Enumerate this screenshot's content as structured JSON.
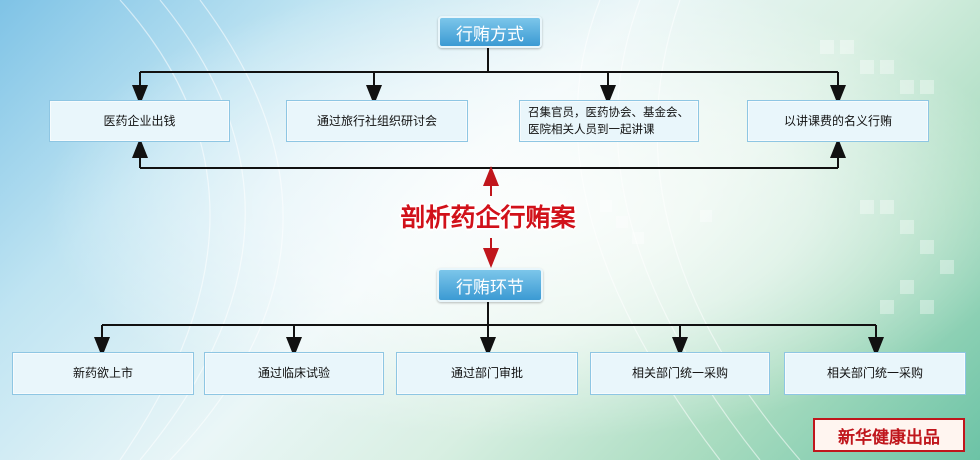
{
  "top_header": "行贿方式",
  "top_boxes": [
    "医药企业出钱",
    "通过旅行社组织研讨会",
    "召集官员，医药协会、基金会、医院相关人员到一起讲课",
    "以讲课费的名义行贿"
  ],
  "center_title": "剖析药企行贿案",
  "bottom_header": "行贿环节",
  "bottom_boxes": [
    "新药欲上市",
    "通过临床试验",
    "通过部门审批",
    "相关部门统一采购",
    "相关部门统一采购"
  ],
  "stamp": "新华健康出品",
  "colors": {
    "header_fill": "#3b9ad3",
    "box_fill": "#e9f6fb",
    "box_border": "#8ec6e3",
    "title_red": "#d1111a",
    "arrow_red": "#c0161c",
    "line_dark": "#111111"
  }
}
